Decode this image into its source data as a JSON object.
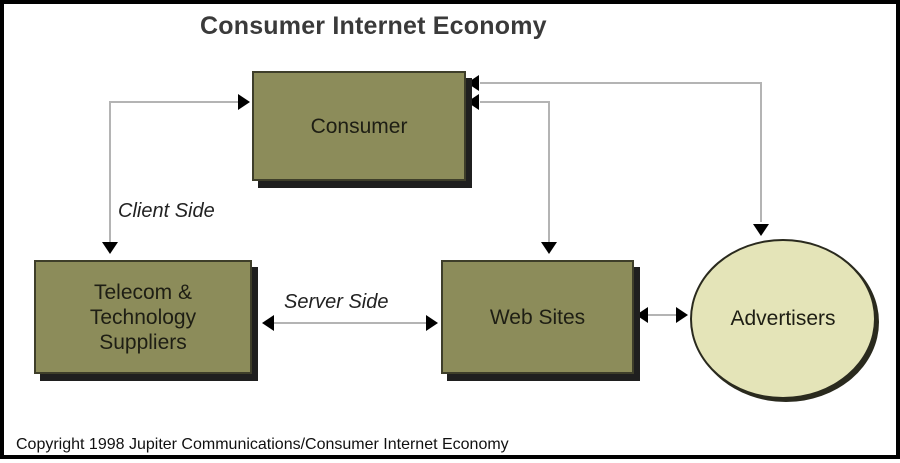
{
  "diagram": {
    "title": "Consumer Internet Economy",
    "nodes": {
      "consumer": "Consumer",
      "telecom": [
        "Telecom &",
        "Technology",
        "Suppliers"
      ],
      "websites": "Web Sites",
      "advertisers": "Advertisers"
    },
    "edge_labels": {
      "client_side": "Client Side",
      "server_side": "Server Side"
    },
    "edges": [
      {
        "from": "consumer",
        "to": "telecom",
        "label": "Client Side",
        "direction": "both"
      },
      {
        "from": "telecom",
        "to": "websites",
        "label": "Server Side",
        "direction": "both"
      },
      {
        "from": "consumer",
        "to": "websites",
        "label": "",
        "direction": "both"
      },
      {
        "from": "consumer",
        "to": "advertisers",
        "label": "",
        "direction": "both"
      },
      {
        "from": "websites",
        "to": "advertisers",
        "label": "",
        "direction": "both"
      }
    ],
    "copyright": "Copyright 1998 Jupiter Communications/Consumer Internet Economy",
    "colors": {
      "box_fill": "#8c8c5a",
      "ellipse_fill": "#e4e4b8",
      "line": "#b4b4b4",
      "arrowhead": "#000000"
    }
  }
}
